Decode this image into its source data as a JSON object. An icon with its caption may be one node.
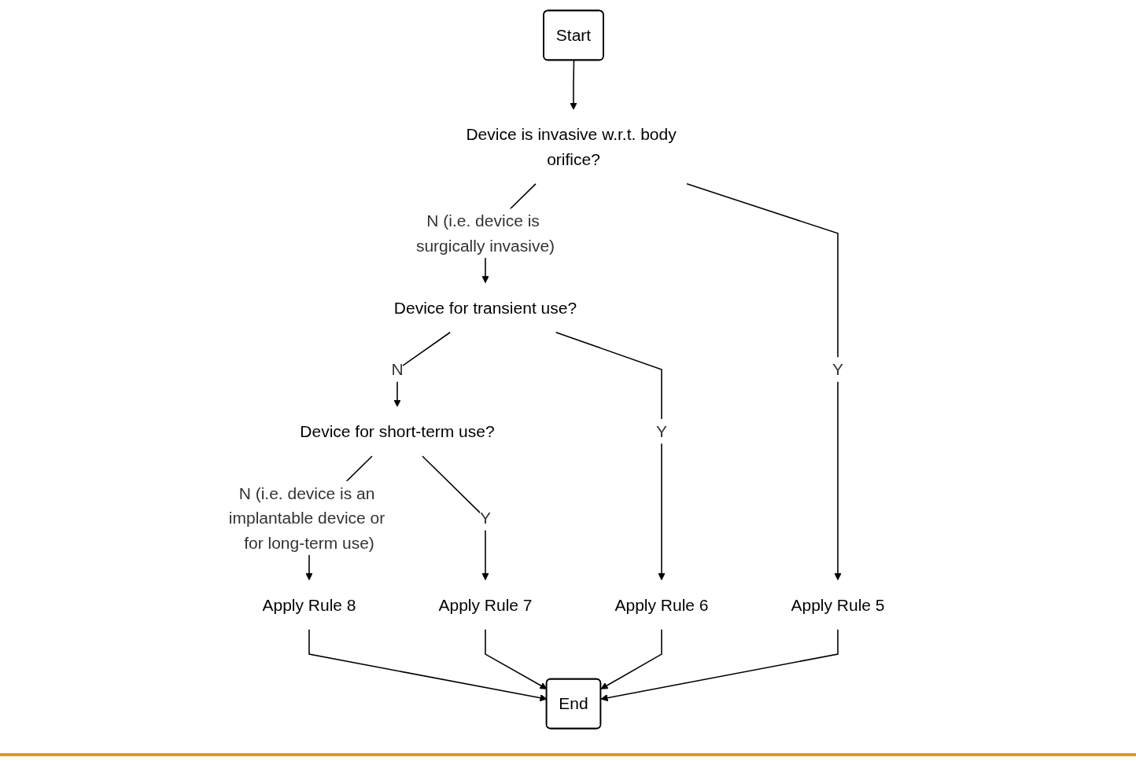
{
  "diagram": {
    "nodes": [
      {
        "text": [
          "Start"
        ]
      },
      {
        "text": [
          "Device is invasive w.r.t. body orifice?"
        ]
      },
      {
        "text": [
          "Apply Rule 5"
        ]
      },
      {
        "text": [
          "Device for transient use?"
        ]
      },
      {
        "text": [
          "Apply Rule 6"
        ]
      },
      {
        "text": [
          "Device for short-term use?"
        ]
      },
      {
        "text": [
          "Apply Rule 7"
        ]
      },
      {
        "text": [
          "Apply Rule 8"
        ]
      },
      {
        "text": [
          "End"
        ]
      }
    ],
    "edges": [
      {
        "from": 0,
        "to": 1,
        "arrow": "to"
      },
      {
        "from": 1,
        "to": 2,
        "arrow": "to",
        "label": "Y"
      },
      {
        "from": 1,
        "to": 3,
        "arrow": "to",
        "label": "N (i.e. device is surgically invasive)"
      },
      {
        "from": 3,
        "to": 4,
        "arrow": "to",
        "label": "Y"
      },
      {
        "from": 3,
        "to": 5,
        "arrow": "to",
        "label": "N"
      },
      {
        "from": 5,
        "to": 6,
        "arrow": "to",
        "label": "Y"
      },
      {
        "from": 5,
        "to": 7,
        "arrow": "to",
        "label": "N (i.e. device is an implantable device or for long-term use)"
      },
      {
        "from": 7,
        "to": 8,
        "arrow": "to"
      },
      {
        "from": 6,
        "to": 8,
        "arrow": "to"
      },
      {
        "from": 4,
        "to": 8,
        "arrow": "to"
      },
      {
        "from": 2,
        "to": 8,
        "arrow": "to"
      }
    ]
  }
}
